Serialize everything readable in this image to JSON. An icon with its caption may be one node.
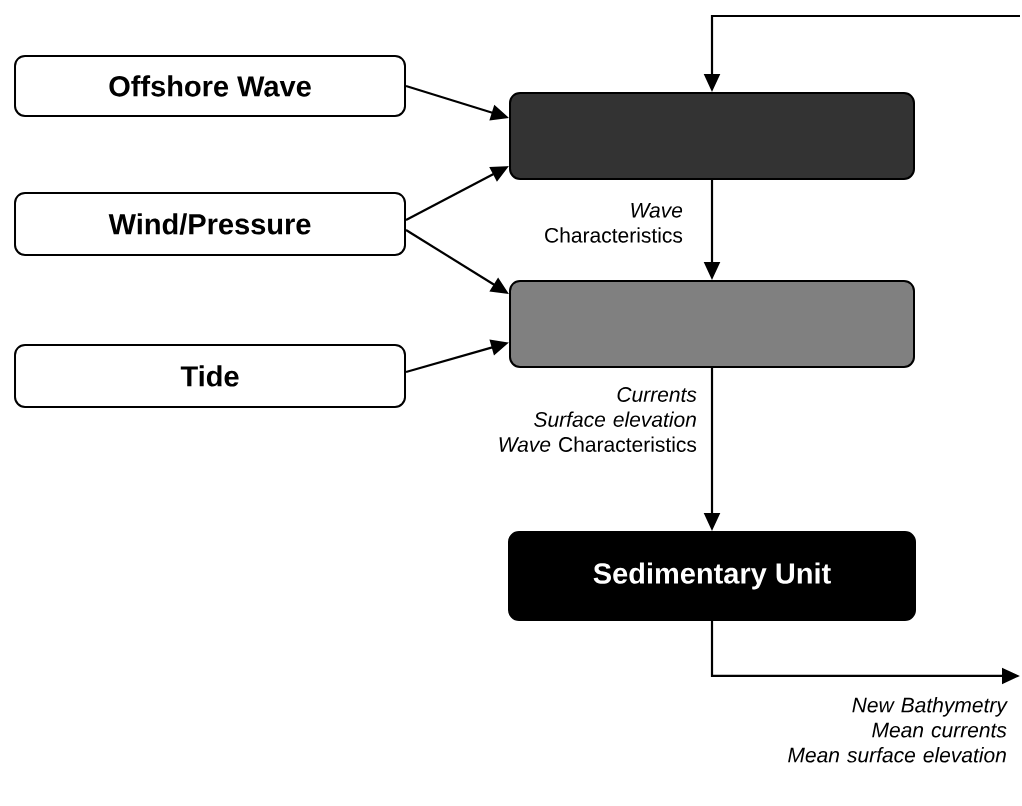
{
  "diagram": {
    "nodes": [
      {
        "text": [
          "Offshore Wave"
        ]
      },
      {
        "text": [
          "Wind/Pressure"
        ]
      },
      {
        "text": [
          "Tide"
        ]
      },
      {
        "text": [],
        "shape": "box"
      },
      {
        "text": [],
        "shape": "box"
      },
      {
        "text": [
          "Sedimentary Unit"
        ]
      }
    ],
    "edges": [
      {
        "from": 0,
        "to": 3,
        "arrow": "to"
      },
      {
        "from": 1,
        "to": 3,
        "arrow": "to"
      },
      {
        "from": 1,
        "to": 4,
        "arrow": "to"
      },
      {
        "from": 2,
        "to": 4,
        "arrow": "to"
      },
      {
        "from": 3,
        "to": 4,
        "arrow": "to",
        "label": "*Wave* Characteristics"
      },
      {
        "from": 4,
        "to": 5,
        "arrow": "to",
        "label": "*Currents Surface elevation Wave* Characteristics"
      },
      {
        "from": 5,
        "to": null,
        "arrow": "to",
        "label": "*New Bathymetry Mean currents Mean surface elevation*"
      },
      {
        "from": null,
        "to": 3,
        "arrow": "to"
      }
    ]
  }
}
